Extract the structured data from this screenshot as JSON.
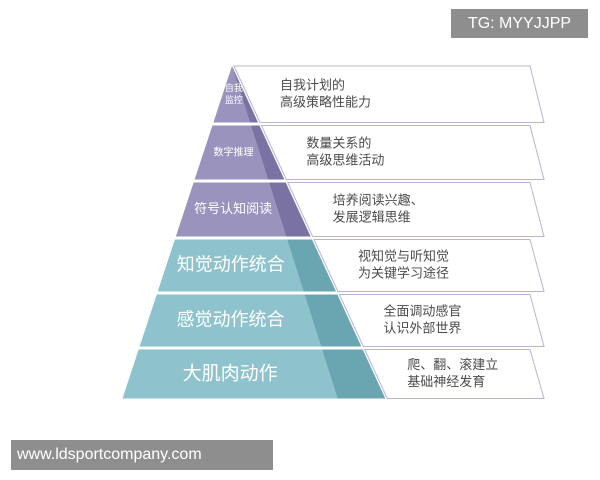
{
  "tag_text": "TG: MYYJJPP",
  "watermark_text": "www.ldsportcompany.com",
  "colors": {
    "purple_front": "#9a93be",
    "purple_side": "#7a72a3",
    "teal_front": "#8ec3cd",
    "teal_side": "#6aa6b1",
    "desc_bg": "#ffffff",
    "desc_border": "#b7b4cf"
  },
  "levels": [
    {
      "label": [
        "自我",
        "监控"
      ],
      "desc": [
        "自我计划的",
        "高级策略性能力"
      ],
      "tone": "purple"
    },
    {
      "label": [
        "数字推理"
      ],
      "desc": [
        "数量关系的",
        "高级思维活动"
      ],
      "tone": "purple"
    },
    {
      "label": [
        "符号认知阅读"
      ],
      "desc": [
        "培养阅读兴趣、",
        "发展逻辑思维"
      ],
      "tone": "purple"
    },
    {
      "label": [
        "知觉动作统合"
      ],
      "desc": [
        "视知觉与听知觉",
        "为关键学习途径"
      ],
      "tone": "teal"
    },
    {
      "label": [
        "感觉动作统合"
      ],
      "desc": [
        "全面调动感官",
        "认识外部世界"
      ],
      "tone": "teal"
    },
    {
      "label": [
        "大肌肉动作"
      ],
      "desc": [
        "爬、翻、滚建立",
        "基础神经发育"
      ],
      "tone": "teal"
    }
  ]
}
